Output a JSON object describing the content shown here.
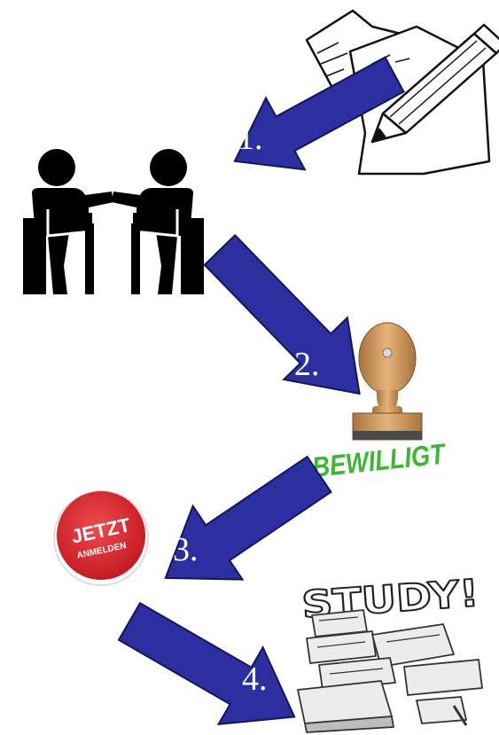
{
  "steps": [
    {
      "label": "1."
    },
    {
      "label": "2."
    },
    {
      "label": "3."
    },
    {
      "label": "4."
    }
  ],
  "stamp": {
    "text": "BEWILLIGT"
  },
  "register_button": {
    "line1": "JETZT",
    "line2": "ANMELDEN"
  },
  "study_pile": {
    "text": "STUDY!"
  },
  "colors": {
    "arrow_fill": "#2b2fa0",
    "arrow_stroke": "#14165a",
    "stamp_text": "#3db535",
    "button_red": "#e3262d",
    "icon_black": "#000000"
  }
}
